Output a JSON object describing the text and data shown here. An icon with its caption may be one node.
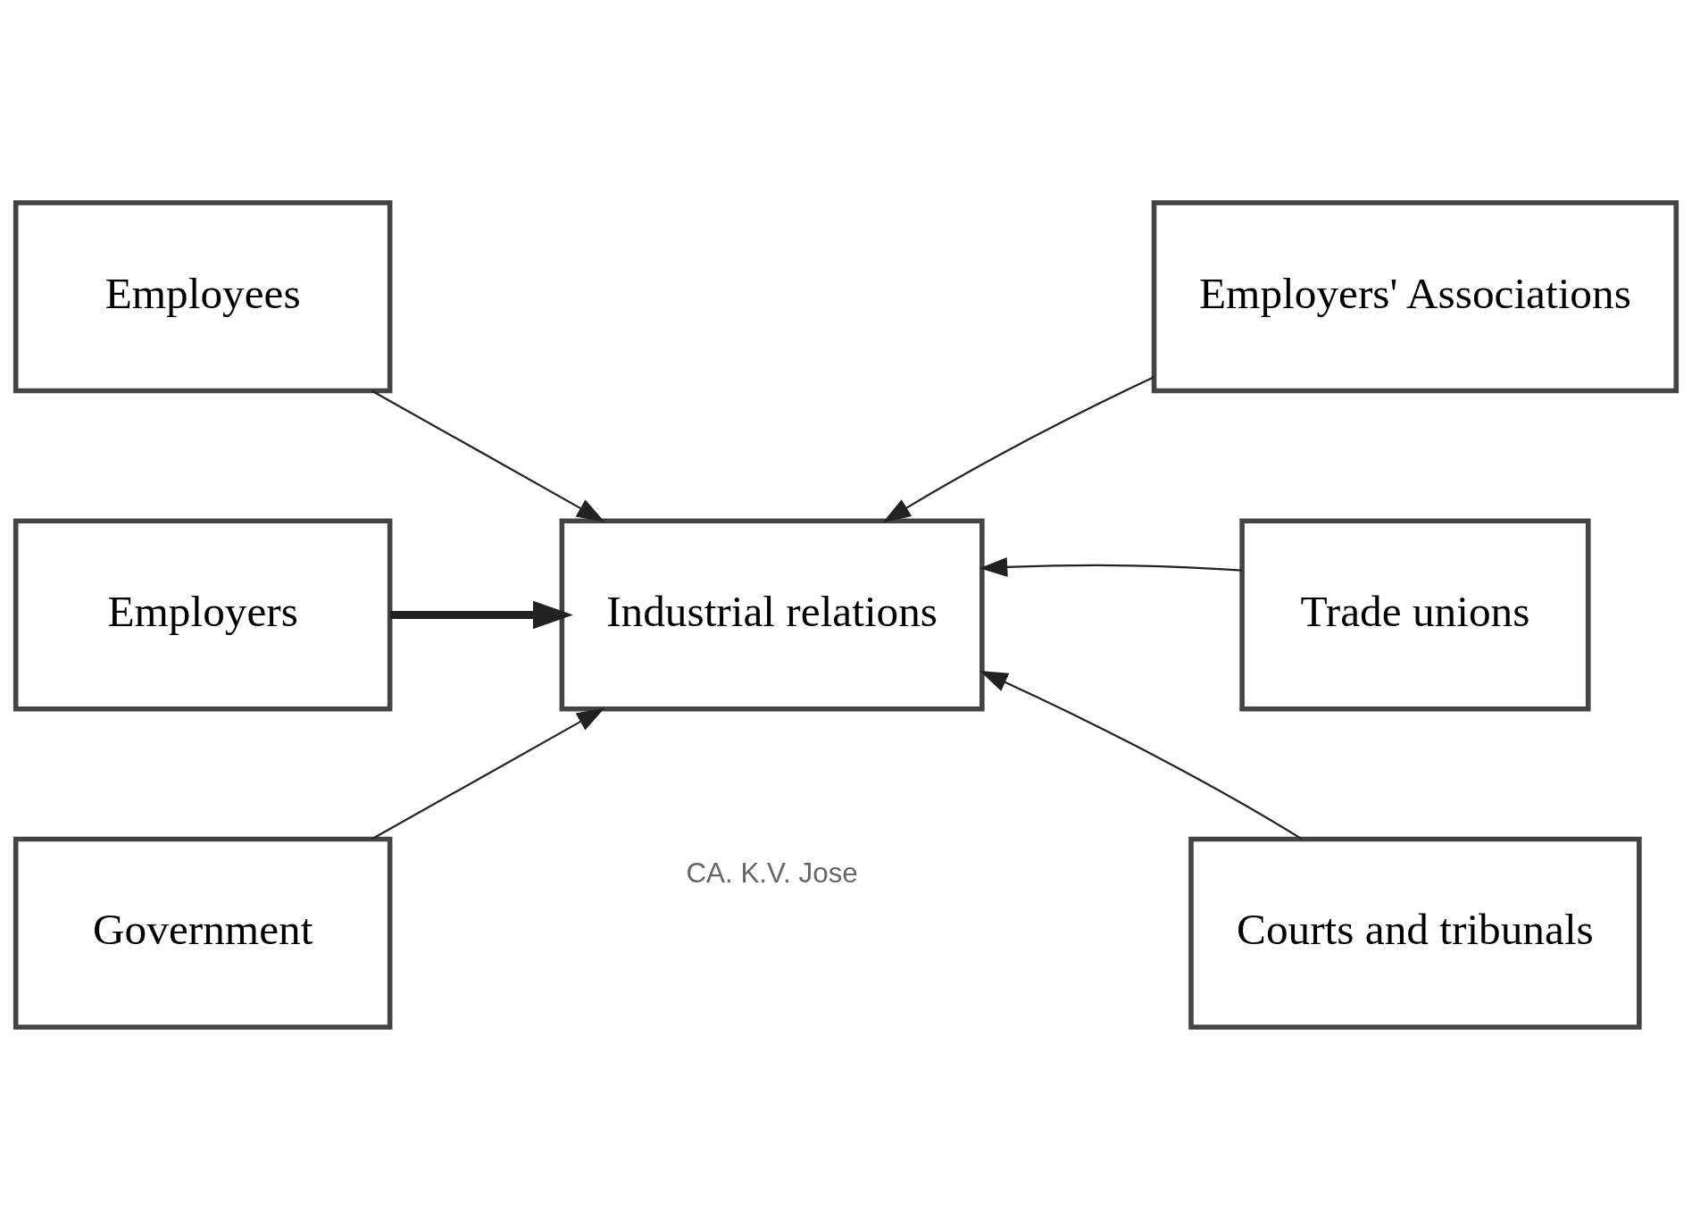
{
  "diagram": {
    "nodes": [
      {
        "text": [
          "Employees"
        ]
      },
      {
        "text": [
          "Employers"
        ]
      },
      {
        "text": [
          "Government"
        ]
      },
      {
        "text": [
          "Industrial relations"
        ]
      },
      {
        "text": [
          "Employers' Associations"
        ]
      },
      {
        "text": [
          "Trade unions"
        ]
      },
      {
        "text": [
          "Courts and tribunals"
        ]
      }
    ],
    "edges": [
      {
        "from": 0,
        "to": 3,
        "arrow": "to"
      },
      {
        "from": 1,
        "to": 3,
        "arrow": "to",
        "style": "thick"
      },
      {
        "from": 2,
        "to": 3,
        "arrow": "to"
      },
      {
        "from": 4,
        "to": 3,
        "arrow": "to"
      },
      {
        "from": 5,
        "to": 3,
        "arrow": "to"
      },
      {
        "from": 6,
        "to": 3,
        "arrow": "to"
      }
    ],
    "labels": [
      "CA. K.V. Jose"
    ]
  }
}
